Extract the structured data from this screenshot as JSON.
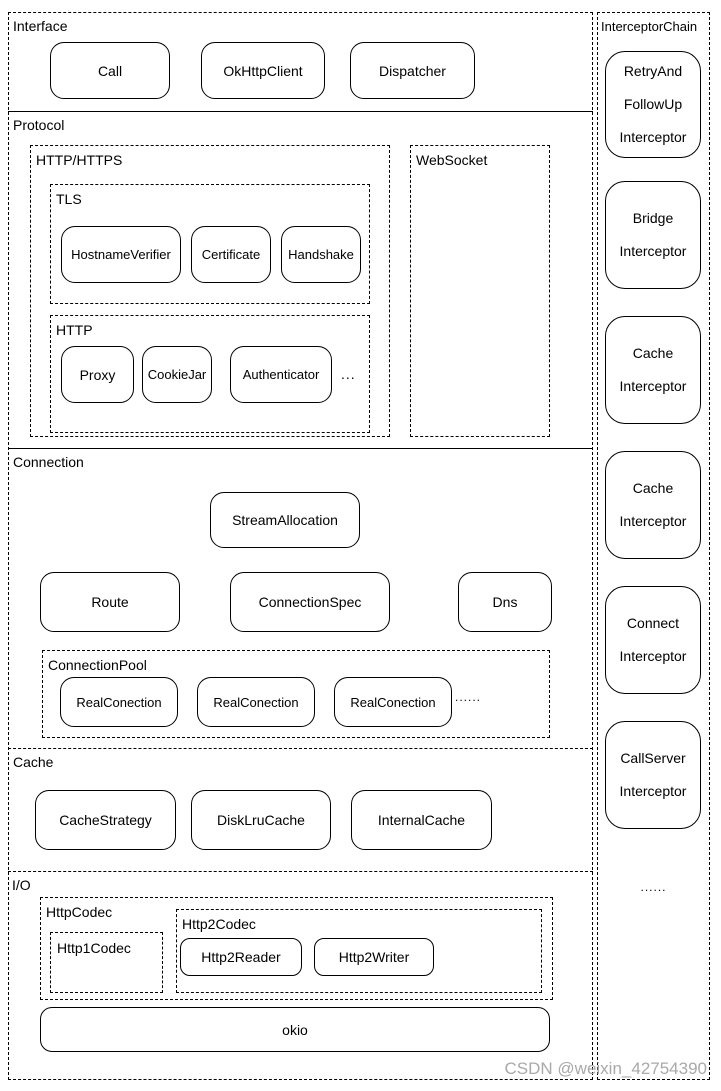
{
  "page": {
    "background": "#ffffff",
    "line_color": "#000000"
  },
  "watermark": {
    "text": "CSDN @weixin_42754390",
    "color": "#a9a9a9"
  },
  "sections": {
    "interface": {
      "label": "Interface",
      "boxes": {
        "call": "Call",
        "okhttpclient": "OkHttpClient",
        "dispatcher": "Dispatcher"
      }
    },
    "protocol": {
      "label": "Protocol",
      "http_https": {
        "label": "HTTP/HTTPS",
        "tls": {
          "label": "TLS",
          "boxes": {
            "hostname_verifier": "HostnameVerifier",
            "certificate": "Certificate",
            "handshake": "Handshake"
          }
        },
        "http": {
          "label": "HTTP",
          "boxes": {
            "proxy": "Proxy",
            "cookie_jar": "CookieJar",
            "authenticator": "Authenticator"
          },
          "more": "..."
        }
      },
      "websocket": {
        "label": "WebSocket"
      }
    },
    "connection": {
      "label": "Connection",
      "boxes": {
        "stream_allocation": "StreamAllocation",
        "route": "Route",
        "connection_spec": "ConnectionSpec",
        "dns": "Dns"
      },
      "pool": {
        "label": "ConnectionPool",
        "boxes": [
          "RealConection",
          "RealConection",
          "RealConection"
        ],
        "more": "......"
      }
    },
    "cache": {
      "label": "Cache",
      "boxes": {
        "cache_strategy": "CacheStrategy",
        "disk_lru_cache": "DiskLruCache",
        "internal_cache": "InternalCache"
      }
    },
    "io": {
      "label": "I/O",
      "http_codec": {
        "label": "HttpCodec",
        "http1_codec": {
          "label": "Http1Codec"
        },
        "http2_codec": {
          "label": "Http2Codec",
          "boxes": {
            "http2_reader": "Http2Reader",
            "http2_writer": "Http2Writer"
          }
        }
      },
      "okio": "okio"
    },
    "interceptor_chain": {
      "label": "InterceptorChain",
      "items": [
        {
          "lines": [
            "RetryAnd",
            "FollowUp",
            "Interceptor"
          ]
        },
        {
          "lines": [
            "Bridge",
            "Interceptor"
          ]
        },
        {
          "lines": [
            "Cache",
            "Interceptor"
          ]
        },
        {
          "lines": [
            "Cache",
            "Interceptor"
          ]
        },
        {
          "lines": [
            "Connect",
            "Interceptor"
          ]
        },
        {
          "lines": [
            "CallServer",
            "Interceptor"
          ]
        }
      ],
      "more": "......"
    }
  }
}
